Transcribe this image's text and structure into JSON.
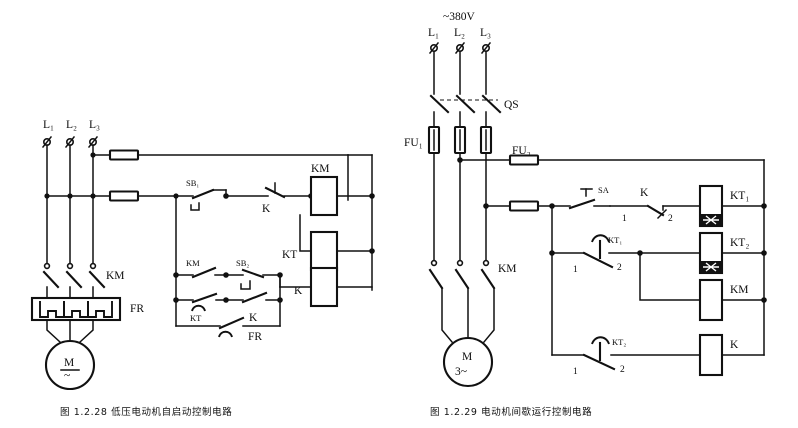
{
  "figure_left": {
    "caption": "图 1.2.28  低压电动机自启动控制电路",
    "supply_phases": [
      "L₁",
      "L₂",
      "L₃"
    ],
    "labels": {
      "contactor_main": "KM",
      "overload_relay": "FR",
      "motor": "M",
      "motor_type": "~",
      "start_button": "SB₁",
      "stop_button": "SB₂",
      "relay_nc": "K",
      "relay_no": "K",
      "timer_contact": "KT",
      "contactor_aux": "KM",
      "overload_contact": "FR",
      "coil_km": "KM",
      "coil_kt": "KT",
      "coil_k": "K"
    }
  },
  "figure_right": {
    "caption": "图 1.2.29  电动机间歇运行控制电路",
    "supply_voltage": "~380V",
    "supply_phases": [
      "L₁",
      "L₂",
      "L₃"
    ],
    "labels": {
      "isolator": "QS",
      "fuse_main": "FU₁",
      "fuse_control": "FU₂",
      "contactor_main": "KM",
      "motor": "M",
      "motor_type": "3~",
      "selector": "SA",
      "relay_contact_k": "K",
      "timer_contact_kt1": "KT₁",
      "timer_contact_kt2": "KT₂",
      "coil_kt1": "KT₁",
      "coil_kt2": "KT₂",
      "coil_km": "KM",
      "coil_k": "K",
      "terminal_1": "1",
      "terminal_2": "2"
    }
  },
  "colors": {
    "ink": "#111111",
    "paper": "#ffffff"
  }
}
